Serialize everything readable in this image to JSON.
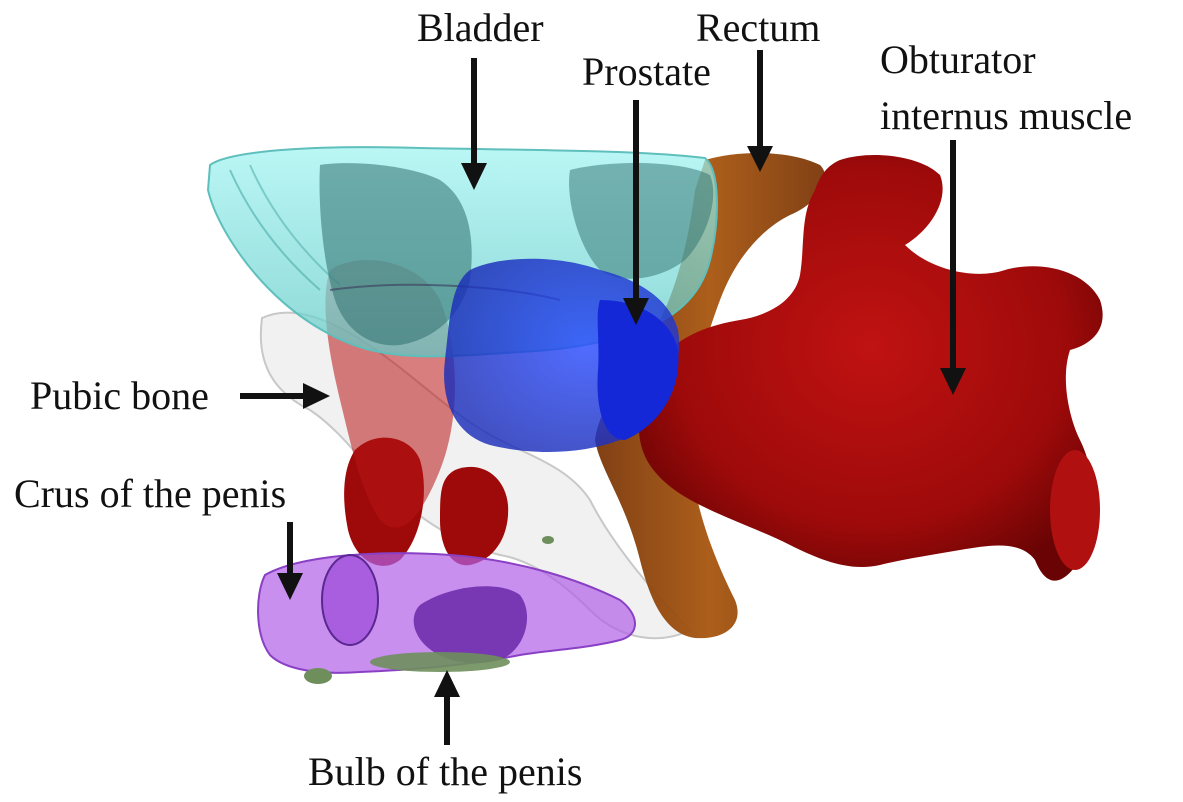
{
  "labels": {
    "bladder": "Bladder",
    "rectum": "Rectum",
    "prostate": "Prostate",
    "obturator_line1": "Obturator",
    "obturator_line2": "internus muscle",
    "pubic_bone": "Pubic bone",
    "crus": "Crus of the penis",
    "bulb": "Bulb of the penis"
  },
  "colors": {
    "bladder": "#7fe8e6",
    "prostate": "#1f3fe0",
    "rectum": "#9a4a0c",
    "obturator": "#9e0a0a",
    "pubic_bone": "#e8e8e8",
    "penis": "#b060e8",
    "arrow": "#111111"
  }
}
